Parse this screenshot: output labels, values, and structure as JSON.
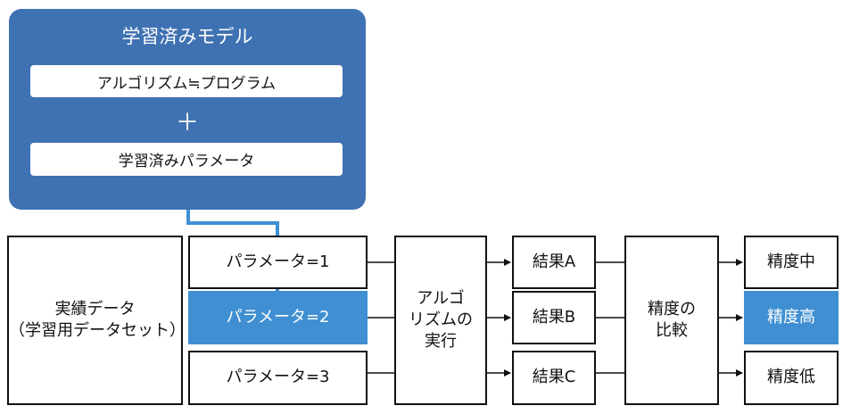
{
  "model": {
    "title": "学習済みモデル",
    "algorithm": "アルゴリズム≒プログラム",
    "plus": "＋",
    "params": "学習済みパラメータ"
  },
  "data_box": {
    "line1": "実績データ",
    "line2": "（学習用データセット）"
  },
  "parameters": [
    "パラメータ=1",
    "パラメータ=2",
    "パラメータ=3"
  ],
  "algo_exec": [
    "アルゴ",
    "リズムの",
    "実行"
  ],
  "results": [
    "結果A",
    "結果B",
    "結果C"
  ],
  "compare": [
    "精度の",
    "比較"
  ],
  "accuracy": [
    "精度中",
    "精度高",
    "精度低"
  ],
  "colors": {
    "panel": "#3f72b3",
    "highlight": "#3f8fd2",
    "ink": "#111111"
  }
}
